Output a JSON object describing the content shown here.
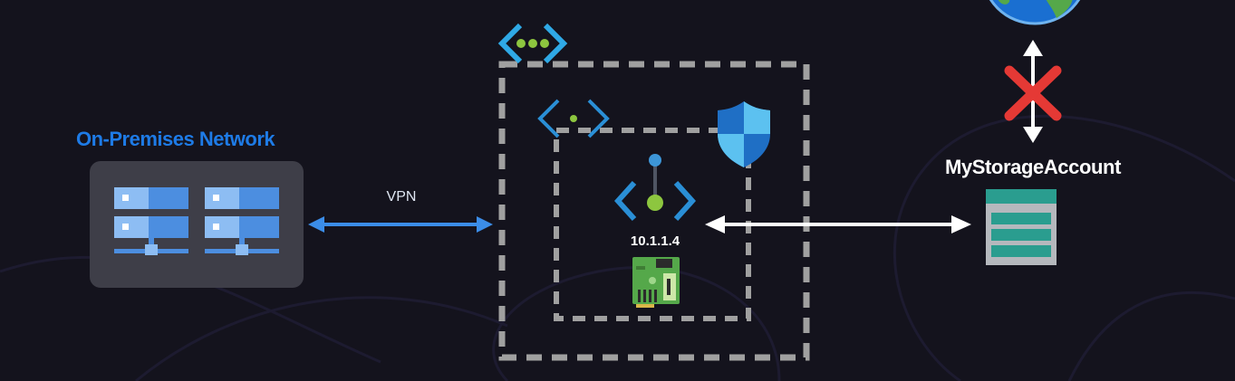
{
  "on_premises": {
    "title": "On-Premises Network",
    "icon": "server-rack-icon"
  },
  "vpn_link": {
    "label": "VPN",
    "color": "#3b8de8"
  },
  "vnet": {
    "icon": "virtual-network-icon",
    "subnet_icon": "subnet-icon",
    "nsg_icon": "shield-icon"
  },
  "private_endpoint": {
    "ip": "10.1.1.4",
    "icon": "private-endpoint-icon",
    "nic_icon": "network-interface-icon"
  },
  "storage": {
    "title": "MyStorageAccount",
    "icon": "storage-account-icon"
  },
  "internet": {
    "icon": "globe-icon",
    "blocked_icon": "blocked-x-icon",
    "blocked_color": "#e53935"
  },
  "colors": {
    "background": "#14131d",
    "dash": "#a0a0a0",
    "brand_blue": "#1e7be6"
  }
}
